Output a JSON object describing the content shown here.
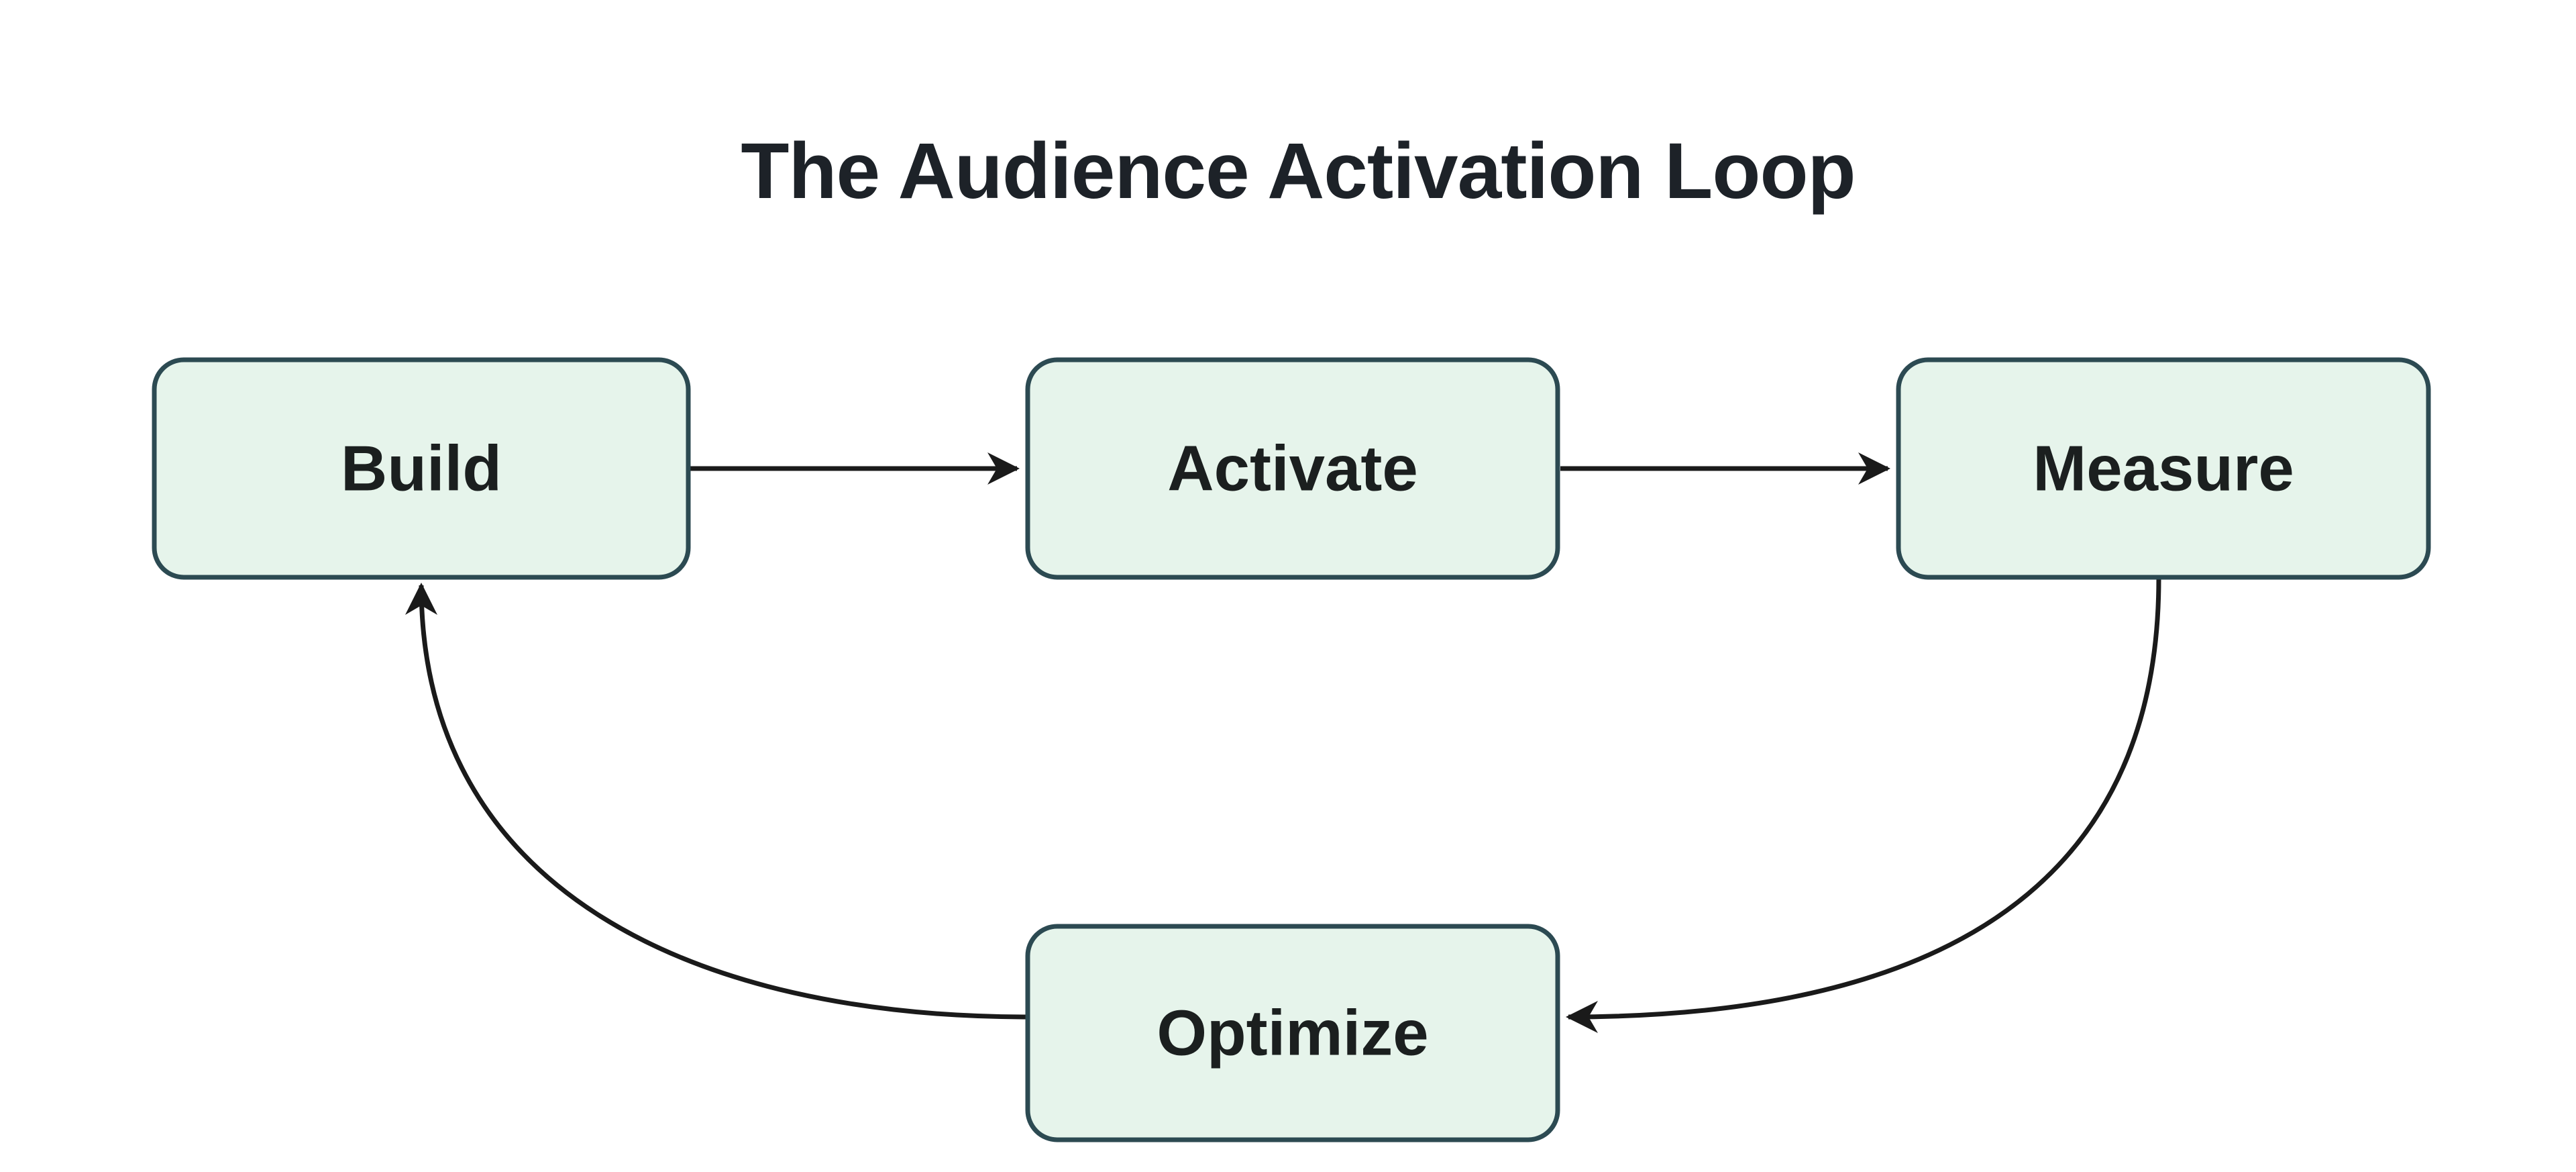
{
  "diagram": {
    "title": "The Audience Activation Loop",
    "type": "flowchart-cycle",
    "nodes": [
      {
        "id": "build",
        "label": "Build"
      },
      {
        "id": "activate",
        "label": "Activate"
      },
      {
        "id": "measure",
        "label": "Measure"
      },
      {
        "id": "optimize",
        "label": "Optimize"
      }
    ],
    "edges": [
      {
        "from": "build",
        "to": "activate",
        "style": "straight-right"
      },
      {
        "from": "activate",
        "to": "measure",
        "style": "straight-right"
      },
      {
        "from": "measure",
        "to": "optimize",
        "style": "curve-down-left"
      },
      {
        "from": "optimize",
        "to": "build",
        "style": "curve-left-up"
      }
    ],
    "colors": {
      "background": "#ffffff",
      "node_fill": "#e6f4eb",
      "node_border": "#2c4a52",
      "arrow": "#1a1a1a",
      "title_text": "#1d2228",
      "label_text": "#1b1f1f"
    }
  }
}
